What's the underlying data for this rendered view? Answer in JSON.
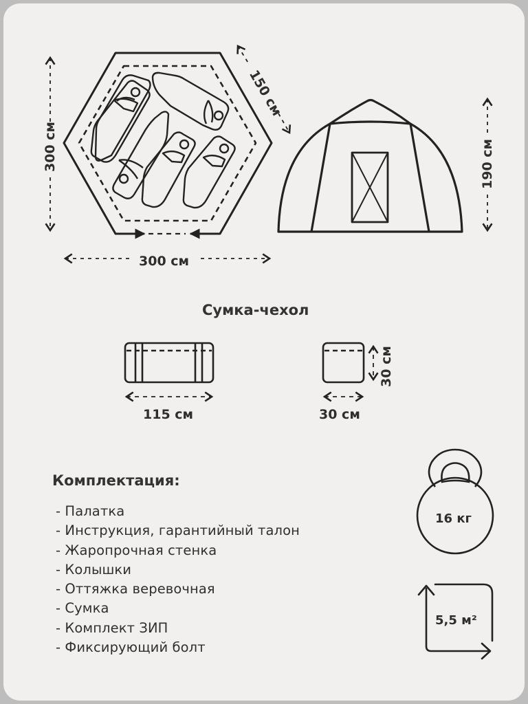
{
  "colors": {
    "frame_border": "#bdbdbd",
    "background": "#f1f0ee",
    "stroke": "#222222",
    "text": "#2e2e2e"
  },
  "floor_plan": {
    "icon": "hexagon-tent-floor-plan-icon",
    "sleeping_places": 5,
    "width_label": "300 см",
    "depth_label": "300 см",
    "side_label": "150 см"
  },
  "tent_front": {
    "icon": "tent-front-view-icon",
    "height_label": "190 см"
  },
  "bag": {
    "title": "Сумка-чехол",
    "length_label": "115 см",
    "width_label": "30 см",
    "height_label": "30 см"
  },
  "package": {
    "title": "Комплектация:",
    "items": [
      "- Палатка",
      "- Инструкция, гарантийный талон",
      "- Жаропрочная стенка",
      "- Колышки",
      "- Оттяжка веревочная",
      "- Сумка",
      "- Комплект ЗИП",
      "- Фиксирующий болт"
    ]
  },
  "weight": {
    "icon": "kettlebell-icon",
    "label": "16 кг"
  },
  "area": {
    "icon": "area-square-arrows-icon",
    "label": "5,5 м²"
  }
}
